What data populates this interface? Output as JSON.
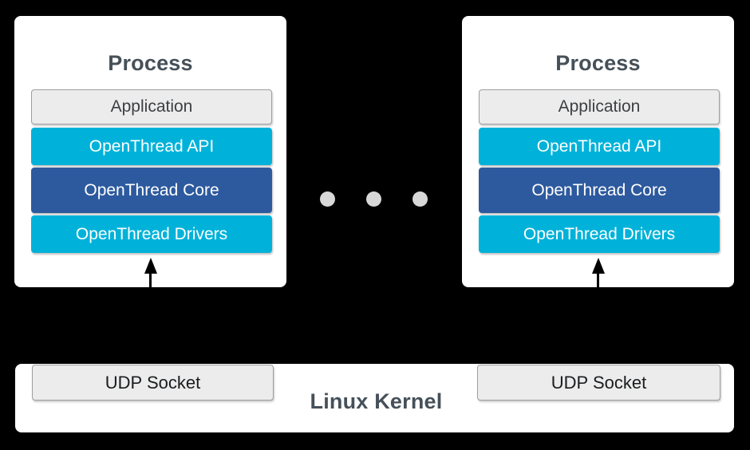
{
  "processes": [
    {
      "title": "Process",
      "layers": [
        "Application",
        "OpenThread API",
        "OpenThread Core",
        "OpenThread Drivers"
      ]
    },
    {
      "title": "Process",
      "layers": [
        "Application",
        "OpenThread API",
        "OpenThread Core",
        "OpenThread Drivers"
      ]
    }
  ],
  "kernel": {
    "label": "Linux Kernel",
    "sockets": [
      {
        "label": "UDP Socket"
      },
      {
        "label": "UDP Socket"
      }
    ]
  },
  "colors": {
    "background": "#000000",
    "card": "#ffffff",
    "cyan_layer": "#00b2d9",
    "blue_layer": "#2d5a9e",
    "gray_box_fill": "#ececec",
    "gray_box_border": "#9e9e9e",
    "title_text": "#465059",
    "ellipsis_dot": "#d8d8d8",
    "arrow": "#000000"
  }
}
